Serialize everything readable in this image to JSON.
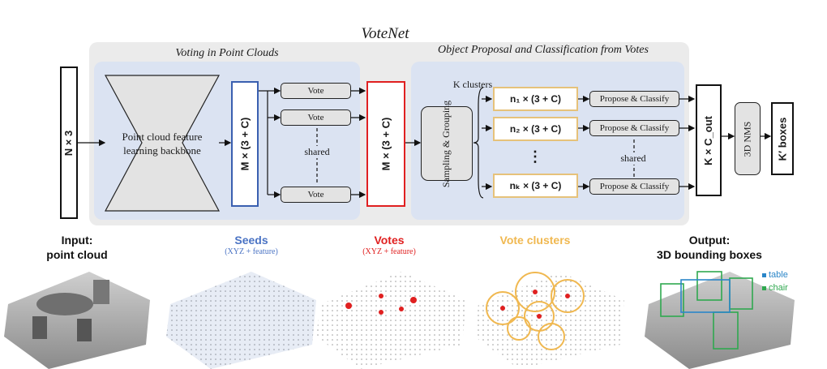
{
  "title": "VoteNet",
  "sections": {
    "voting": "Voting in Point Clouds",
    "proposal": "Object Proposal and Classification from Votes"
  },
  "input_block": "N × 3",
  "backbone": {
    "line1": "Point cloud feature",
    "line2": "learning backbone"
  },
  "seeds_block": "M × (3 + C)",
  "votes_block": "M × (3 + C)",
  "vote_label": "Vote",
  "shared_label": "shared",
  "k_clusters": "K clusters",
  "sampling": "Sampling & Grouping",
  "clusters": [
    "n₁ × (3 + C)",
    "n₂ × (3 + C)",
    "⋮",
    "nₖ × (3 + C)"
  ],
  "propose_label": "Propose & Classify",
  "out_block": "K × C_out",
  "nms": "3D NMS",
  "boxes_block": "K′ boxes",
  "panels": [
    {
      "title_lines": [
        "Input:",
        "point cloud"
      ],
      "subtitle": "",
      "color": "#111111"
    },
    {
      "title_lines": [
        "Seeds"
      ],
      "subtitle": "(XYZ + feature)",
      "color": "#4a73c4"
    },
    {
      "title_lines": [
        "Votes"
      ],
      "subtitle": "(XYZ + feature)",
      "color": "#e02020"
    },
    {
      "title_lines": [
        "Vote clusters"
      ],
      "subtitle": "",
      "color": "#f0b850"
    },
    {
      "title_lines": [
        "Output:",
        "3D bounding boxes"
      ],
      "subtitle": "",
      "color": "#111111"
    }
  ],
  "legend": [
    {
      "label": "table",
      "color": "#2a86c8"
    },
    {
      "label": "chair",
      "color": "#2fa84f"
    }
  ],
  "colors": {
    "outer_panel": "#ebebeb",
    "inner_panel": "#dbe3f2",
    "seeds_border": "#3a5fb0",
    "votes_border": "#e02020",
    "cluster_border": "#e6c27a"
  }
}
